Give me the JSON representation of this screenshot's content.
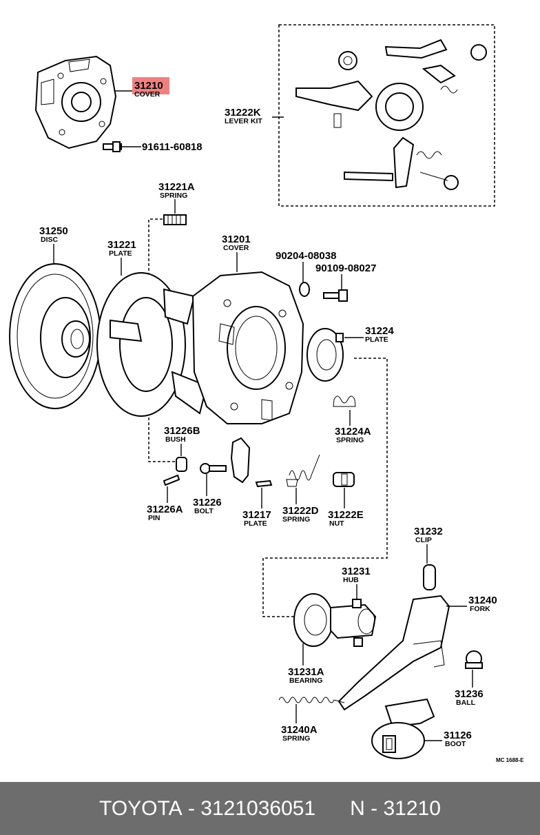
{
  "footer": {
    "brand": "TOYOTA",
    "sep": " - ",
    "part_number": "3121036051",
    "ref_prefix": "N - ",
    "ref_number": "31210"
  },
  "highlight_color": "#f08080",
  "callouts": {
    "cover_top": {
      "number": "31210",
      "label": "COVER"
    },
    "bolt_top": {
      "number": "91611-60818"
    },
    "lever_kit": {
      "number": "31222K",
      "label": "LEVER KIT"
    },
    "spring_a": {
      "number": "31221A",
      "label": "SPRING"
    },
    "disc": {
      "number": "31250",
      "label": "DISC"
    },
    "plate": {
      "number": "31221",
      "label": "PLATE"
    },
    "cover": {
      "number": "31201",
      "label": "COVER"
    },
    "washer": {
      "number": "90204-08038"
    },
    "bolt_b": {
      "number": "90109-08027"
    },
    "plate_b": {
      "number": "31224",
      "label": "PLATE"
    },
    "spring_b": {
      "number": "31224A",
      "label": "SPRING"
    },
    "bush": {
      "number": "31226B",
      "label": "BUSH"
    },
    "pin": {
      "number": "31226A",
      "label": "PIN"
    },
    "bolt_c": {
      "number": "31226",
      "label": "BOLT"
    },
    "plate_c": {
      "number": "31217",
      "label": "PLATE"
    },
    "spring_d": {
      "number": "31222D",
      "label": "SPRING"
    },
    "nut": {
      "number": "31222E",
      "label": "NUT"
    },
    "clip": {
      "number": "31232",
      "label": "CLIP"
    },
    "hub": {
      "number": "31231",
      "label": "HUB"
    },
    "fork": {
      "number": "31240",
      "label": "FORK"
    },
    "bearing": {
      "number": "31231A",
      "label": "BEARING"
    },
    "ball": {
      "number": "31236",
      "label": "BALL"
    },
    "spring_e": {
      "number": "31240A",
      "label": "SPRING"
    },
    "boot": {
      "number": "31126",
      "label": "BOOT"
    }
  },
  "diagram_code": "MC 1688-E"
}
